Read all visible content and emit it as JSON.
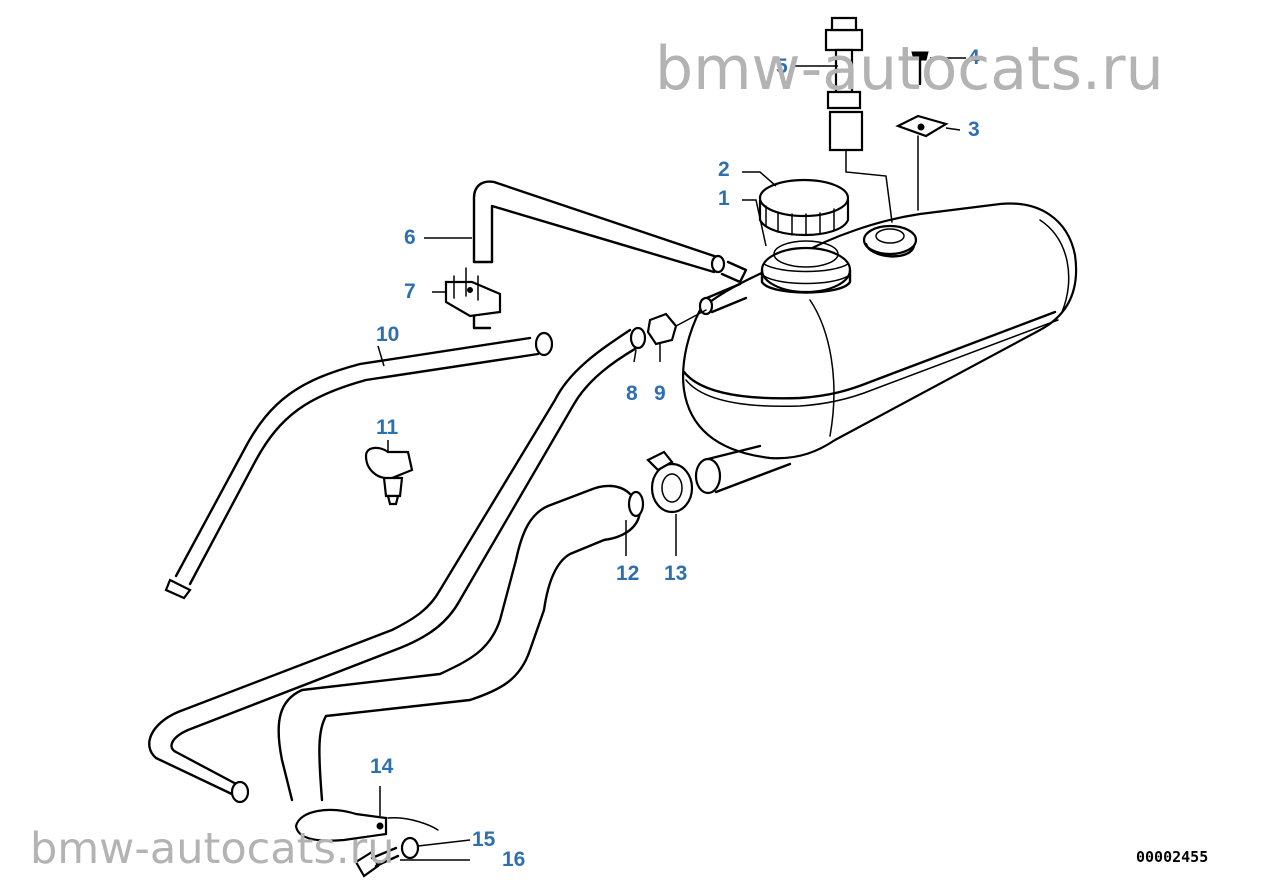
{
  "watermark": {
    "top": "bmw-autocats.ru",
    "bottom": "bmw-autocats.ru"
  },
  "diagram_code": "00002455",
  "callouts": {
    "c1": "1",
    "c2": "2",
    "c3": "3",
    "c4": "4",
    "c5": "5",
    "c6": "6",
    "c7": "7",
    "c8": "8",
    "c9": "9",
    "c10": "10",
    "c11": "11",
    "c12": "12",
    "c13": "13",
    "c14": "14",
    "c15": "15",
    "c16": "16"
  },
  "colors": {
    "callout": "#2e6fb0",
    "watermark": "#b3b3b3",
    "line": "#000000"
  }
}
